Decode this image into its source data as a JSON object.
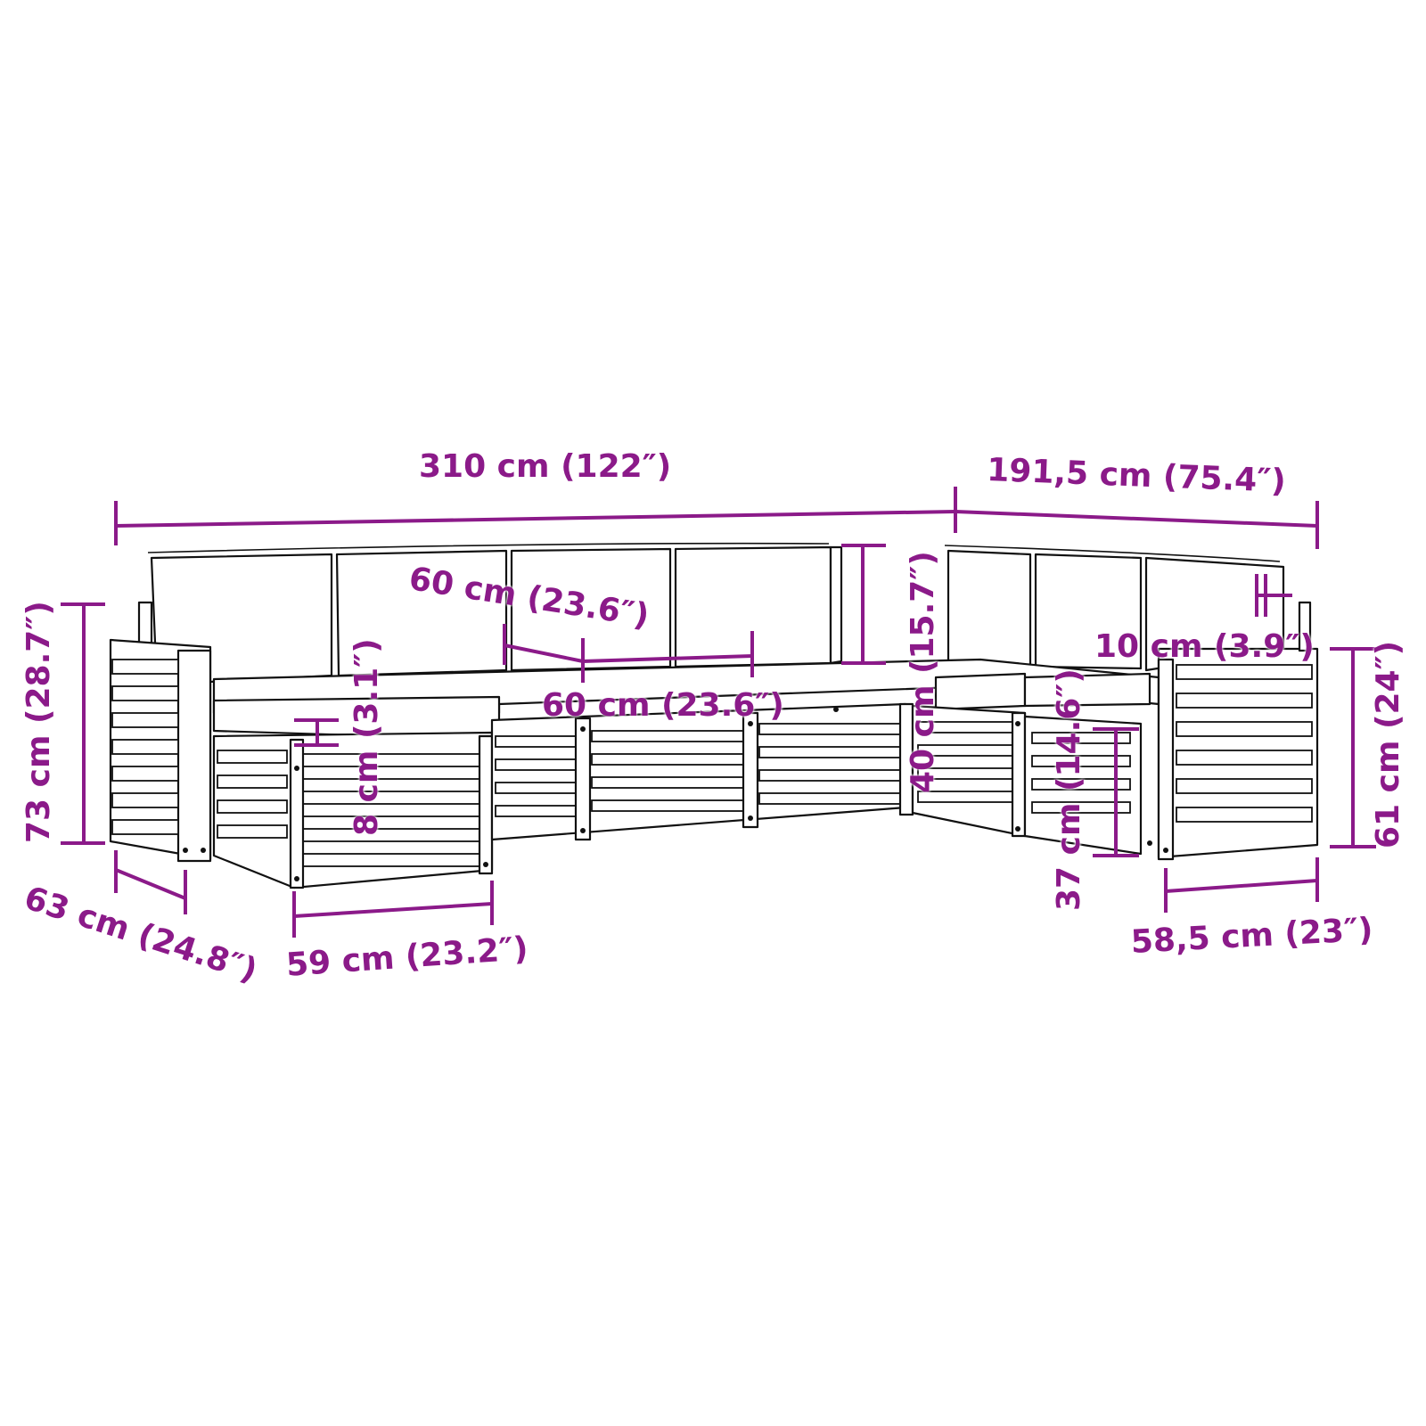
{
  "diagram": {
    "subject": "modular garden sofa set dimension drawing",
    "colors": {
      "dimension": "#8b1a89",
      "line_art": "#111111",
      "background": "#ffffff"
    },
    "dimensions": {
      "total_length": "310 cm (122″)",
      "total_depth_side": "191,5 cm (75.4″)",
      "total_height": "73 cm (28.7″)",
      "module_depth": "63 cm (24.8″)",
      "module_width": "59 cm (23.2″)",
      "backrest_cushion_width": "60 cm (23.6″)",
      "seat_width": "60 cm (23.6″)",
      "backrest_height": "40 cm (15.7″)",
      "seat_cushion_thickness": "8 cm (3.1″)",
      "armrest_width": "10 cm (3.9″)",
      "seat_height": "37 cm (14.6″)",
      "armrest_height": "61 cm (24″)",
      "armrest_depth": "58,5 cm (23″)"
    }
  }
}
